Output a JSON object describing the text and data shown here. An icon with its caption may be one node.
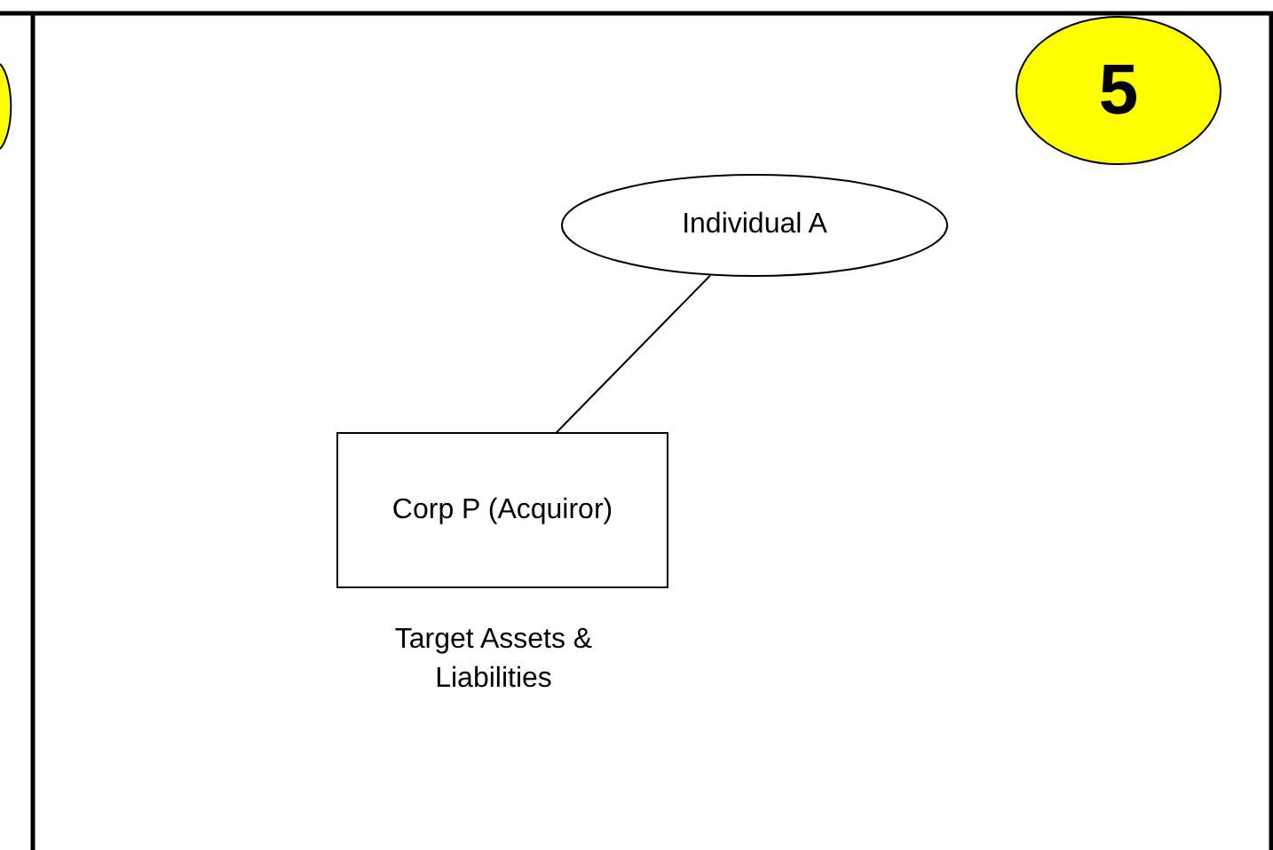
{
  "diagram": {
    "nodes": [
      {
        "text": [
          "5"
        ]
      },
      {
        "text": [
          "Individual A"
        ]
      },
      {
        "text": [
          "Corp P (Acquiror)"
        ]
      }
    ],
    "edges": [
      {
        "from": 1,
        "to": 2,
        "arrow": "none"
      }
    ],
    "labels": [
      "Target Assets & Liabilities"
    ]
  }
}
